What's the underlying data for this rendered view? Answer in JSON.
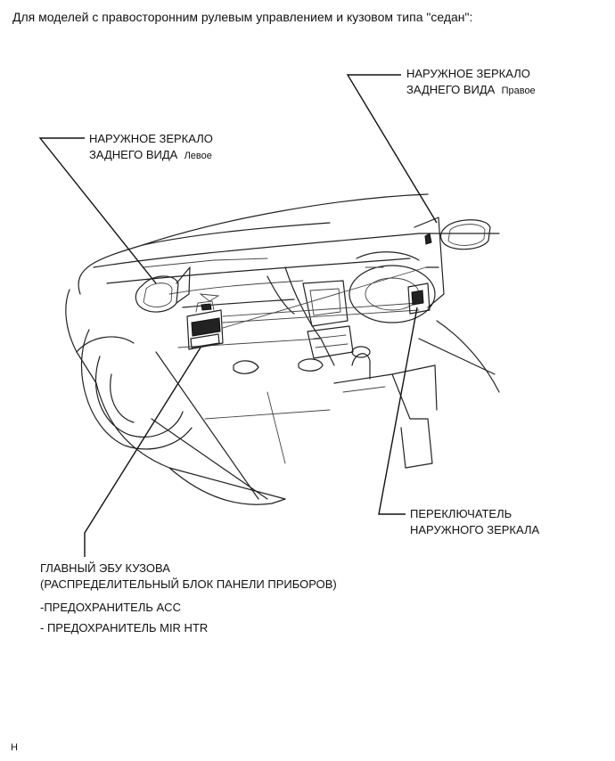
{
  "title": "Для моделей с правосторонним рулевым управлением и кузовом типа \"седан\":",
  "labels": {
    "mirror_right_line1": "НАРУЖНОЕ ЗЕРКАЛО",
    "mirror_right_line2": "ЗАДНЕГО ВИДА",
    "mirror_right_side": "Правое",
    "mirror_left_line1": "НАРУЖНОЕ ЗЕРКАЛО",
    "mirror_left_line2": "ЗАДНЕГО ВИДА",
    "mirror_left_side": "Левое",
    "switch_line1": "ПЕРЕКЛЮЧАТЕЛЬ",
    "switch_line2": "НАРУЖНОГО ЗЕРКАЛА",
    "ecu_line1": "ГЛАВНЫЙ ЭБУ КУЗОВА",
    "ecu_line2": "(РАСПРЕДЕЛИТЕЛЬНЫЙ БЛОК ПАНЕЛИ ПРИБОРОВ)",
    "fuse_acc": "-ПРЕДОХРАНИТЕЛЬ ACC",
    "fuse_mir_htr": "- ПРЕДОХРАНИТЕЛЬ MIR HTR"
  },
  "corner_mark": "H"
}
